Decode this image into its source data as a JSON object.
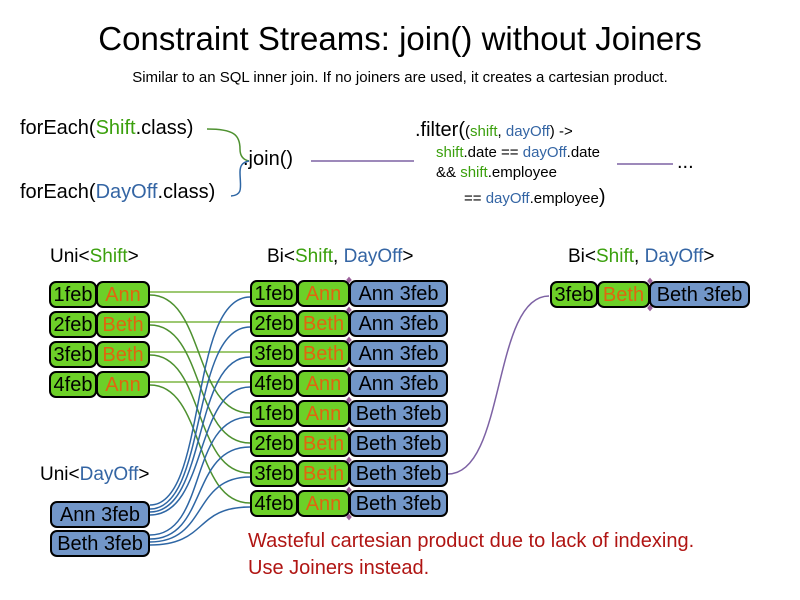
{
  "slide": {
    "title": "Constraint Streams: join() without Joiners",
    "subtitle": "Similar to an SQL inner join. If no joiners are used, it creates a cartesian product."
  },
  "code": {
    "foreach_shift": {
      "fn": "forEach(",
      "arg": "Shift",
      "suffix": ".class)"
    },
    "foreach_dayoff": {
      "fn": "forEach(",
      "arg": "DayOff",
      "suffix": ".class)"
    },
    "join": ".join()",
    "filter": {
      "fn": ".filter(",
      "open_paren": "(",
      "arg1": "shift",
      "comma": ", ",
      "arg2": "dayOff",
      "arrow": ") ->",
      "line2": {
        "s1": "shift",
        "s2": ".date == ",
        "s3": "dayOff",
        "s4": ".date"
      },
      "line3": {
        "s1": "&& ",
        "s2": "shift",
        "s3": ".employee"
      },
      "line4": {
        "s1": "== ",
        "s2": "dayOff",
        "s3": ".employee",
        "s4": ")"
      }
    },
    "ellipsis": "..."
  },
  "streams": {
    "uni_shift": {
      "header": {
        "pre": "Uni<",
        "type1": "Shift",
        "post": ">"
      },
      "rows": [
        {
          "date": "1feb",
          "employee": "Ann"
        },
        {
          "date": "2feb",
          "employee": "Beth"
        },
        {
          "date": "3feb",
          "employee": "Beth"
        },
        {
          "date": "4feb",
          "employee": "Ann"
        }
      ]
    },
    "uni_dayoff": {
      "header": {
        "pre": "Uni<",
        "type1": "DayOff",
        "post": ">"
      },
      "rows": [
        {
          "label": "Ann 3feb"
        },
        {
          "label": "Beth 3feb"
        }
      ]
    },
    "bi_join": {
      "header": {
        "pre": "Bi<",
        "type1": "Shift",
        "comma": ", ",
        "type2": "DayOff",
        "post": ">"
      },
      "rows": [
        {
          "date": "1feb",
          "employee": "Ann",
          "dayoff": "Ann 3feb"
        },
        {
          "date": "2feb",
          "employee": "Beth",
          "dayoff": "Ann 3feb"
        },
        {
          "date": "3feb",
          "employee": "Beth",
          "dayoff": "Ann 3feb"
        },
        {
          "date": "4feb",
          "employee": "Ann",
          "dayoff": "Ann 3feb"
        },
        {
          "date": "1feb",
          "employee": "Ann",
          "dayoff": "Beth 3feb"
        },
        {
          "date": "2feb",
          "employee": "Beth",
          "dayoff": "Beth 3feb"
        },
        {
          "date": "3feb",
          "employee": "Beth",
          "dayoff": "Beth 3feb"
        },
        {
          "date": "4feb",
          "employee": "Ann",
          "dayoff": "Beth 3feb"
        }
      ]
    },
    "bi_filtered": {
      "header": {
        "pre": "Bi<",
        "type1": "Shift",
        "comma": ", ",
        "type2": "DayOff",
        "post": ">"
      },
      "rows": [
        {
          "date": "3feb",
          "employee": "Beth",
          "dayoff": "Beth 3feb"
        }
      ]
    }
  },
  "caption": {
    "line1": "Wasteful cartesian product due to lack of indexing.",
    "line2": "Use Joiners instead."
  },
  "colors": {
    "shift_box_green": "#6DD028",
    "dayoff_box_blue": "#7296C8",
    "employee_orange": "#E0660F",
    "shift_text_green": "#3BA00D",
    "dayoff_text_blue": "#3465A4",
    "line_green": "#4E9130",
    "line_blue": "#2E66A4",
    "join_purple": "#7D62A4",
    "warning_red": "#B01513"
  }
}
